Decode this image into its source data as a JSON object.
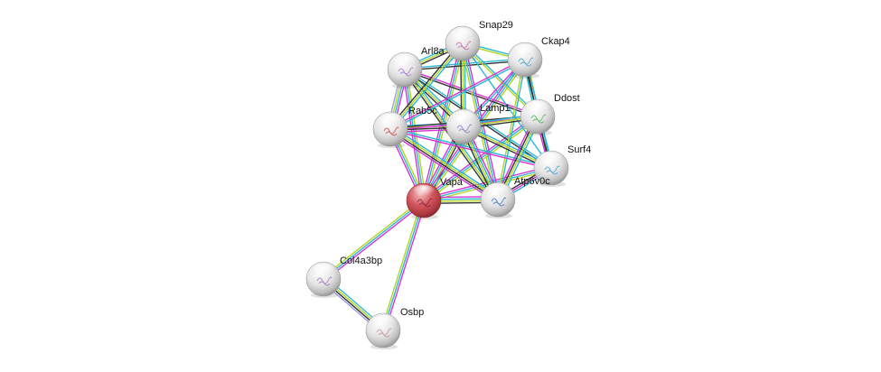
{
  "network": {
    "title": "Protein interaction network",
    "query_node": "Vapa",
    "evidence_colors": {
      "experiments": "#d633d6",
      "database": "#29b8d8",
      "textmining": "#b5d41c",
      "coexpression": "#333333",
      "homology": "#9d9df0"
    },
    "nodes": [
      {
        "id": "Snap29",
        "label": "Snap29",
        "color": "#dddddd",
        "query": false
      },
      {
        "id": "Ckap4",
        "label": "Ckap4",
        "color": "#dddddd",
        "query": false
      },
      {
        "id": "Arl8a",
        "label": "Arl8a",
        "color": "#dddddd",
        "query": false
      },
      {
        "id": "Ddost",
        "label": "Ddost",
        "color": "#dddddd",
        "query": false
      },
      {
        "id": "Rab5c",
        "label": "Rab5c",
        "color": "#dddddd",
        "query": false
      },
      {
        "id": "Lamp1",
        "label": "Lamp1",
        "color": "#dddddd",
        "query": false
      },
      {
        "id": "Surf4",
        "label": "Surf4",
        "color": "#dddddd",
        "query": false
      },
      {
        "id": "Vapa",
        "label": "Vapa",
        "color": "#d2585e",
        "query": true
      },
      {
        "id": "Atp6v0c",
        "label": "Atp6v0c",
        "color": "#dddddd",
        "query": false
      },
      {
        "id": "Col4a3bp",
        "label": "Col4a3bp",
        "color": "#dddddd",
        "query": false
      },
      {
        "id": "Osbp",
        "label": "Osbp",
        "color": "#dddddd",
        "query": false
      }
    ],
    "edges": [
      {
        "source": "Vapa",
        "target": "Col4a3bp",
        "evidence": [
          "experiments",
          "database",
          "textmining"
        ]
      },
      {
        "source": "Vapa",
        "target": "Osbp",
        "evidence": [
          "experiments",
          "database",
          "textmining"
        ]
      },
      {
        "source": "Col4a3bp",
        "target": "Osbp",
        "evidence": [
          "database",
          "textmining",
          "coexpression",
          "homology"
        ]
      },
      {
        "source": "Vapa",
        "target": "Rab5c",
        "evidence": [
          "experiments",
          "database",
          "textmining"
        ]
      },
      {
        "source": "Vapa",
        "target": "Arl8a",
        "evidence": [
          "experiments",
          "database",
          "textmining"
        ]
      },
      {
        "source": "Vapa",
        "target": "Snap29",
        "evidence": [
          "experiments",
          "database",
          "textmining"
        ]
      },
      {
        "source": "Vapa",
        "target": "Lamp1",
        "evidence": [
          "experiments",
          "database",
          "textmining",
          "coexpression"
        ]
      },
      {
        "source": "Vapa",
        "target": "Ckap4",
        "evidence": [
          "experiments",
          "database",
          "textmining"
        ]
      },
      {
        "source": "Vapa",
        "target": "Ddost",
        "evidence": [
          "experiments",
          "database",
          "textmining"
        ]
      },
      {
        "source": "Vapa",
        "target": "Surf4",
        "evidence": [
          "experiments",
          "database",
          "textmining"
        ]
      },
      {
        "source": "Vapa",
        "target": "Atp6v0c",
        "evidence": [
          "experiments",
          "database",
          "textmining",
          "coexpression"
        ]
      },
      {
        "source": "Arl8a",
        "target": "Snap29",
        "evidence": [
          "database",
          "textmining",
          "coexpression"
        ]
      },
      {
        "source": "Arl8a",
        "target": "Rab5c",
        "evidence": [
          "experiments",
          "database",
          "textmining",
          "homology"
        ]
      },
      {
        "source": "Arl8a",
        "target": "Lamp1",
        "evidence": [
          "database",
          "textmining",
          "coexpression"
        ]
      },
      {
        "source": "Arl8a",
        "target": "Ckap4",
        "evidence": [
          "database",
          "coexpression"
        ]
      },
      {
        "source": "Arl8a",
        "target": "Ddost",
        "evidence": [
          "experiments",
          "coexpression"
        ]
      },
      {
        "source": "Arl8a",
        "target": "Surf4",
        "evidence": [
          "database",
          "coexpression"
        ]
      },
      {
        "source": "Arl8a",
        "target": "Atp6v0c",
        "evidence": [
          "database",
          "textmining",
          "coexpression"
        ]
      },
      {
        "source": "Snap29",
        "target": "Ckap4",
        "evidence": [
          "database",
          "textmining"
        ]
      },
      {
        "source": "Snap29",
        "target": "Rab5c",
        "evidence": [
          "database",
          "textmining",
          "coexpression"
        ]
      },
      {
        "source": "Snap29",
        "target": "Lamp1",
        "evidence": [
          "database",
          "textmining",
          "coexpression"
        ]
      },
      {
        "source": "Snap29",
        "target": "Ddost",
        "evidence": [
          "database",
          "textmining"
        ]
      },
      {
        "source": "Snap29",
        "target": "Surf4",
        "evidence": [
          "database"
        ]
      },
      {
        "source": "Snap29",
        "target": "Atp6v0c",
        "evidence": [
          "experiments",
          "database",
          "textmining"
        ]
      },
      {
        "source": "Ckap4",
        "target": "Ddost",
        "evidence": [
          "textmining",
          "coexpression",
          "database"
        ]
      },
      {
        "source": "Ckap4",
        "target": "Lamp1",
        "evidence": [
          "database",
          "experiments"
        ]
      },
      {
        "source": "Ckap4",
        "target": "Rab5c",
        "evidence": [
          "database",
          "experiments"
        ]
      },
      {
        "source": "Ckap4",
        "target": "Surf4",
        "evidence": [
          "database",
          "coexpression"
        ]
      },
      {
        "source": "Ckap4",
        "target": "Atp6v0c",
        "evidence": [
          "database",
          "textmining"
        ]
      },
      {
        "source": "Rab5c",
        "target": "Lamp1",
        "evidence": [
          "database",
          "textmining",
          "coexpression",
          "experiments"
        ]
      },
      {
        "source": "Rab5c",
        "target": "Ddost",
        "evidence": [
          "coexpression",
          "experiments"
        ]
      },
      {
        "source": "Rab5c",
        "target": "Surf4",
        "evidence": [
          "database",
          "experiments"
        ]
      },
      {
        "source": "Rab5c",
        "target": "Atp6v0c",
        "evidence": [
          "database",
          "textmining",
          "coexpression",
          "experiments"
        ]
      },
      {
        "source": "Lamp1",
        "target": "Ddost",
        "evidence": [
          "database",
          "textmining",
          "coexpression"
        ]
      },
      {
        "source": "Lamp1",
        "target": "Surf4",
        "evidence": [
          "database",
          "textmining",
          "coexpression"
        ]
      },
      {
        "source": "Lamp1",
        "target": "Atp6v0c",
        "evidence": [
          "experiments",
          "database",
          "textmining",
          "coexpression"
        ]
      },
      {
        "source": "Ddost",
        "target": "Surf4",
        "evidence": [
          "database",
          "coexpression",
          "experiments"
        ]
      },
      {
        "source": "Ddost",
        "target": "Atp6v0c",
        "evidence": [
          "database",
          "textmining",
          "coexpression",
          "experiments"
        ]
      },
      {
        "source": "Surf4",
        "target": "Atp6v0c",
        "evidence": [
          "database",
          "experiments",
          "coexpression"
        ]
      }
    ]
  }
}
